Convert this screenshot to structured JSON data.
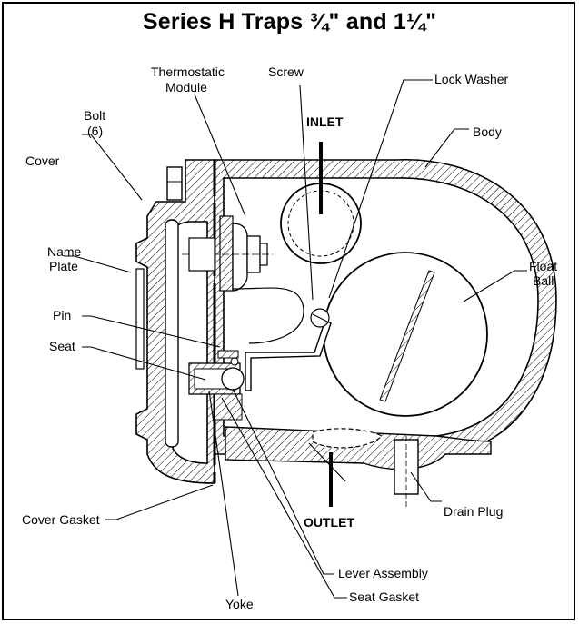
{
  "title": "Series H Traps ¾\" and 1¼\"",
  "labels": {
    "thermostatic_1": "Thermostatic",
    "thermostatic_2": "Module",
    "screw": "Screw",
    "lock_washer": "Lock Washer",
    "bolt_1": "Bolt",
    "bolt_2": "(6)",
    "inlet": "INLET",
    "body": "Body",
    "cover": "Cover",
    "name_plate_1": "Name",
    "name_plate_2": "Plate",
    "float_1": "Float",
    "float_2": "Ball",
    "pin": "Pin",
    "seat": "Seat",
    "outlet": "OUTLET",
    "drain_plug": "Drain Plug",
    "cover_gasket": "Cover Gasket",
    "lever_assembly": "Lever Assembly",
    "yoke": "Yoke",
    "seat_gasket": "Seat Gasket"
  },
  "colors": {
    "ink": "#000000",
    "paper": "#ffffff"
  }
}
